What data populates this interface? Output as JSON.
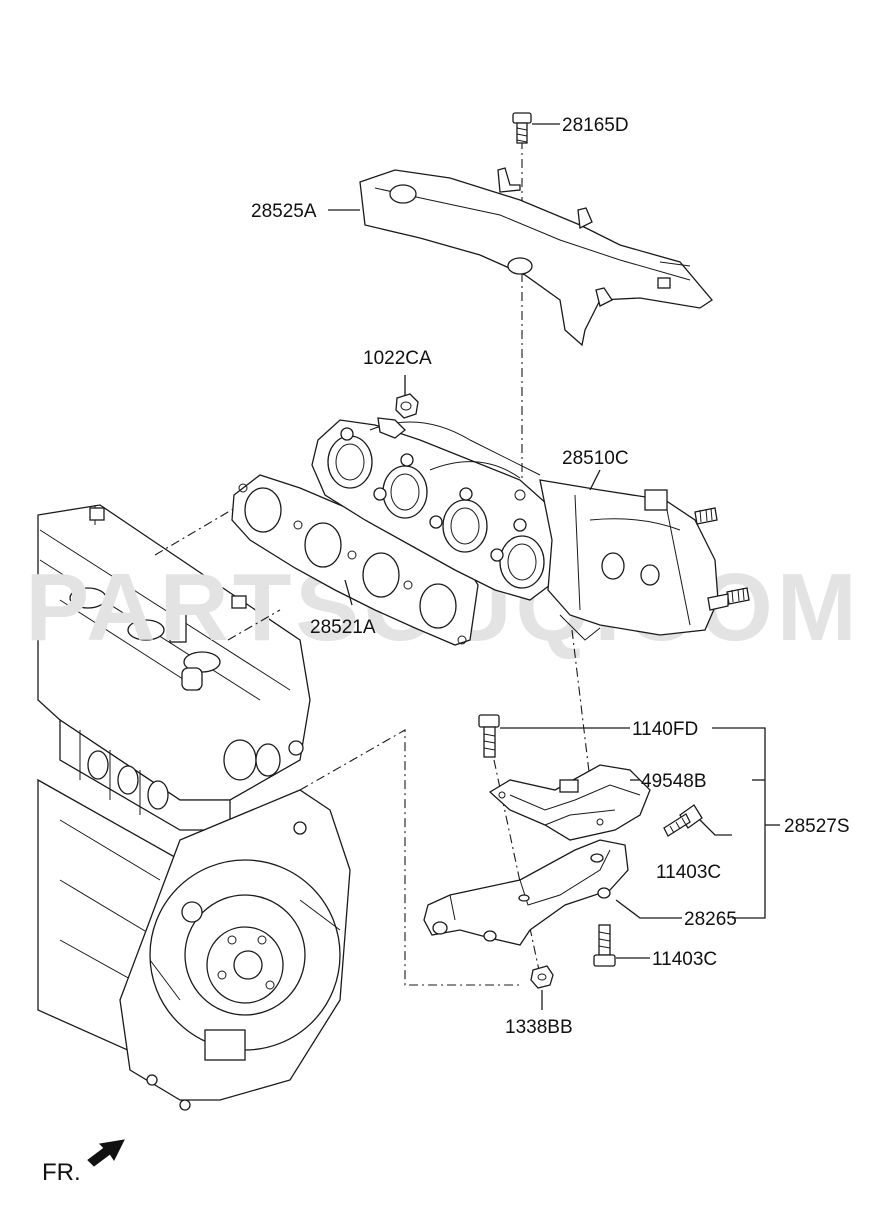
{
  "watermark": "PARTSOUQ.COM",
  "direction_label": "FR.",
  "callouts": {
    "heat_protector_bolt": "28165D",
    "heat_protector": "28525A",
    "nut": "1022CA",
    "manifold_catalytic": "28510C",
    "manifold_gasket": "28521A",
    "bracket_bolt": "1140FD",
    "bracket_protector": "49548B",
    "bracket_assembly": "28527S",
    "bolt_upper": "11403C",
    "bracket": "28265",
    "bolt_lower": "11403C",
    "washer_nut": "1338BB"
  },
  "colors": {
    "line": "#1a1a1a",
    "watermark": "#e3e3e3"
  }
}
